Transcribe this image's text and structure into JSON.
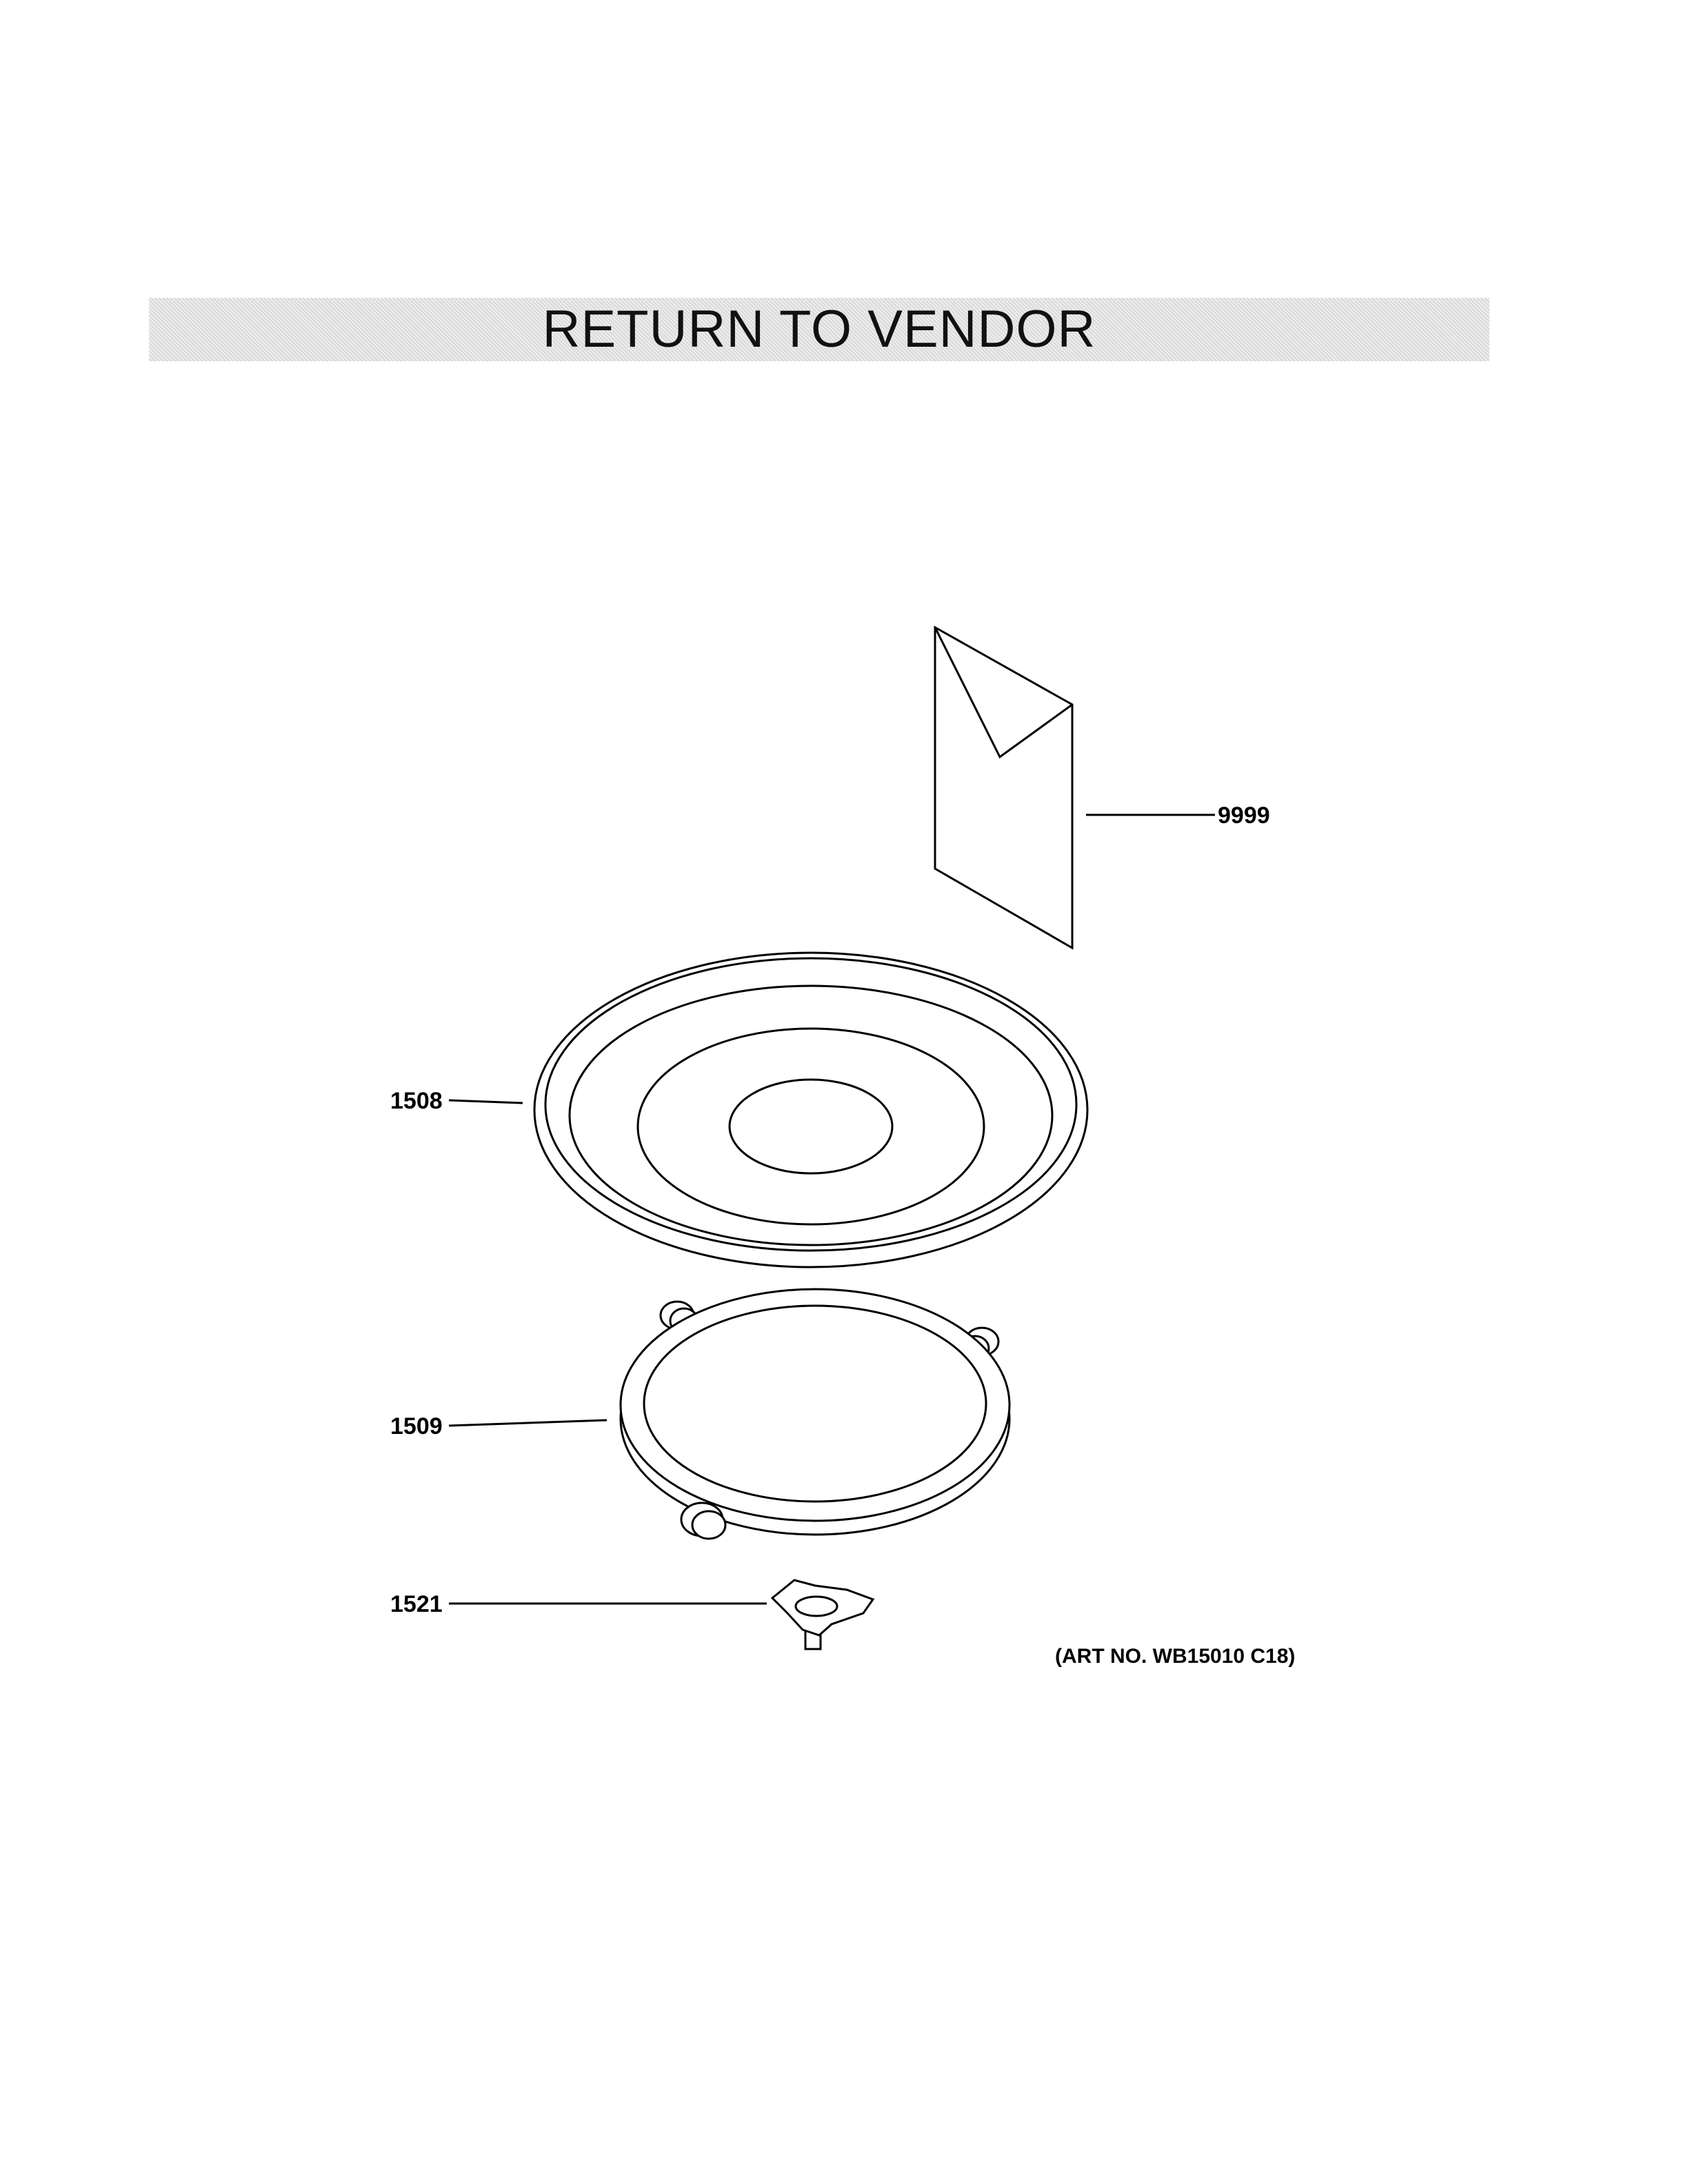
{
  "header": {
    "title": "RETURN TO VENDOR"
  },
  "parts": [
    {
      "id": "9999",
      "label": "9999",
      "icon": "envelope-icon"
    },
    {
      "id": "1508",
      "label": "1508",
      "icon": "turntable-tray-icon"
    },
    {
      "id": "1509",
      "label": "1509",
      "icon": "roller-ring-icon"
    },
    {
      "id": "1521",
      "label": "1521",
      "icon": "coupler-icon"
    }
  ],
  "footer": {
    "art_number": "(ART NO. WB15010 C18)"
  },
  "colors": {
    "line": "#000000",
    "banner_bg": "#d9d9d9",
    "background": "#ffffff"
  }
}
